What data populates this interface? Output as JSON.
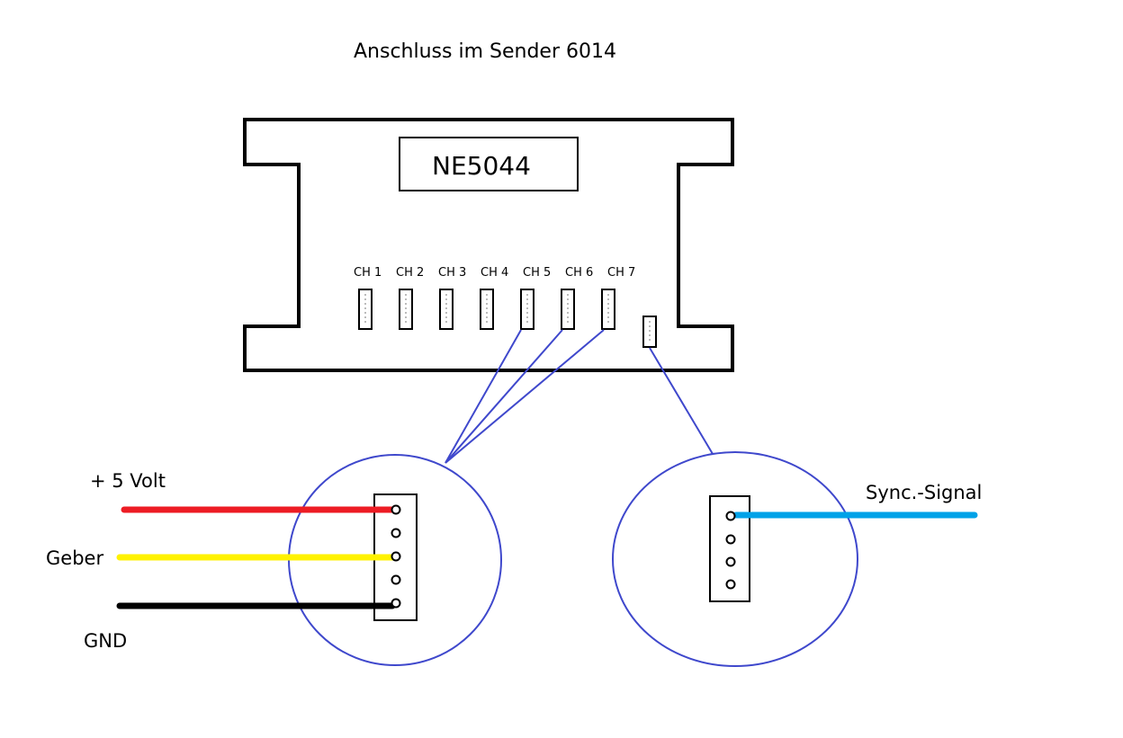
{
  "diagram": {
    "title": "Anschluss im Sender 6014",
    "chip_label": "NE5044",
    "channels": [
      "CH 1",
      "CH 2",
      "CH 3",
      "CH 4",
      "CH 5",
      "CH 6",
      "CH 7"
    ],
    "wires": {
      "plus5": {
        "label": "+ 5 Volt",
        "color": "#ed1c24"
      },
      "geber": {
        "label": "Geber",
        "color": "#fff200"
      },
      "gnd": {
        "label": "GND",
        "color": "#000000"
      },
      "sync": {
        "label": "Sync.-Signal",
        "color": "#00a2e8"
      }
    },
    "line_color": "#3f48cc"
  }
}
